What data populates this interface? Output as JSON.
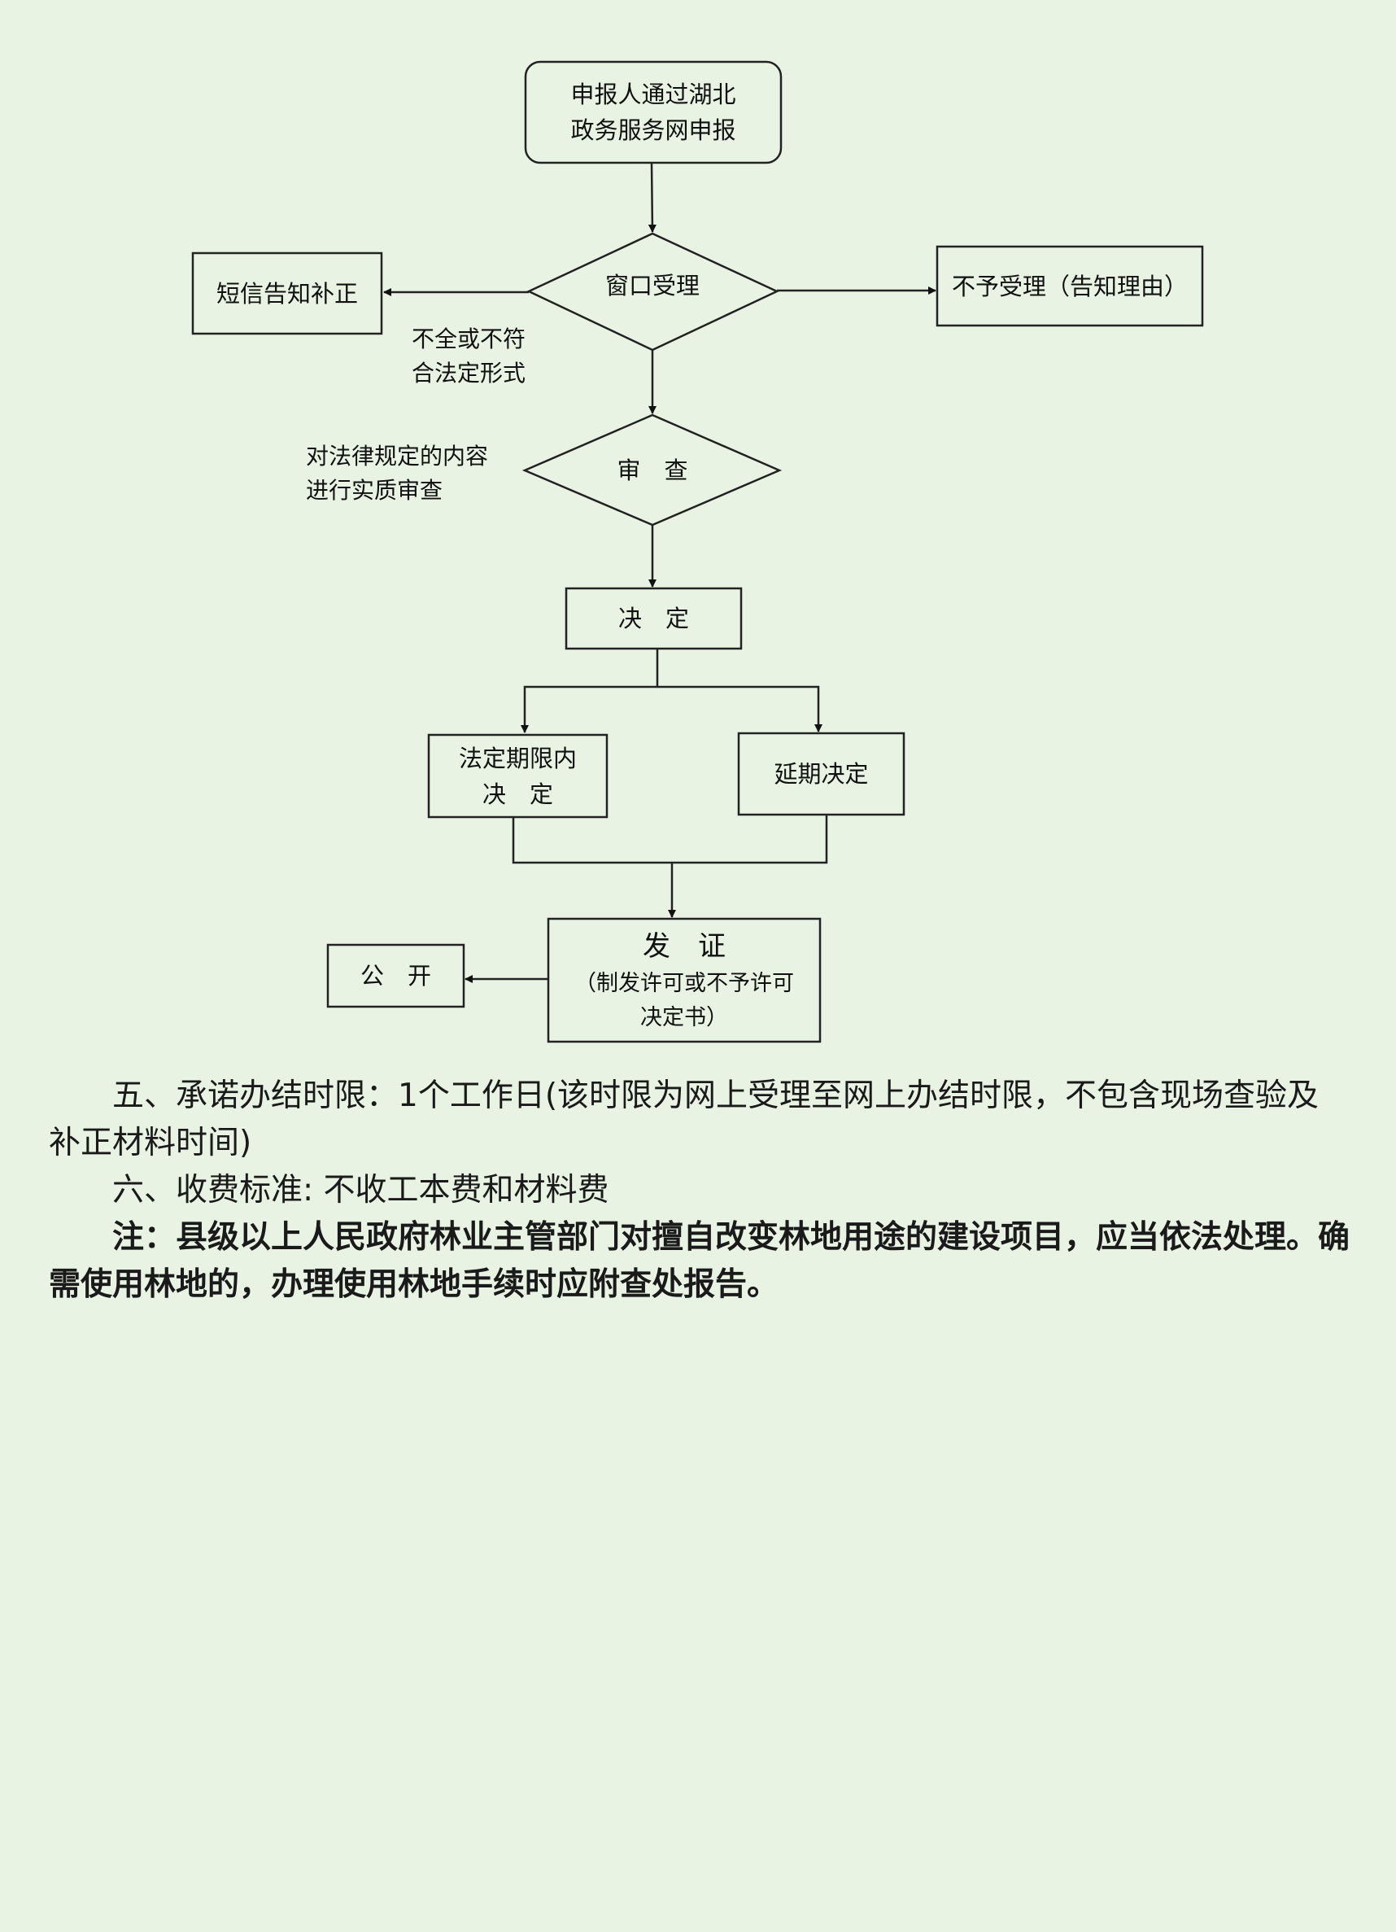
{
  "flowchart": {
    "start": [
      "申报人通过湖北",
      "政务服务网申报"
    ],
    "window": "窗口受理",
    "notify": "短信告知补正",
    "reject": "不予受理（告知理由）",
    "incomplete_label": [
      "不全或不符",
      "合法定形式"
    ],
    "review": "审　查",
    "review_label": [
      "对法律规定的内容",
      "进行实质审查"
    ],
    "decision": "决　定",
    "within_limit": [
      "法定期限内",
      "决　定"
    ],
    "extended": "延期决定",
    "issue_title": "发　证",
    "issue_sub": [
      "（制发许可或不予许可",
      "决定书）"
    ],
    "publish": "公　开"
  },
  "text": {
    "item5": "五、承诺办结时限：1个工作日(该时限为网上受理至网上办结时限，不包含现场查验及补正材料时间)",
    "item6": "六、收费标准: 不收工本费和材料费",
    "note": "注：县级以上人民政府林业主管部门对擅自改变林地用途的建设项目，应当依法处理。确需使用林地的，办理使用林地手续时应附查处报告。"
  }
}
